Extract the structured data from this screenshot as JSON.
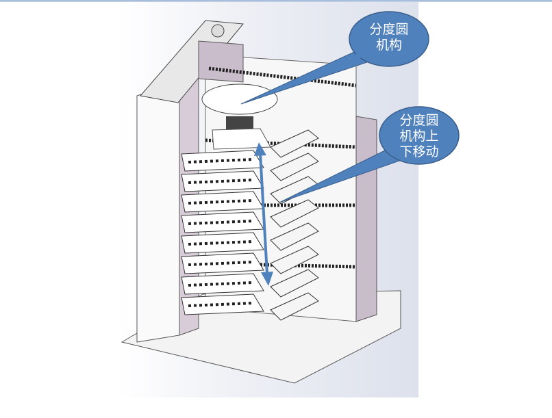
{
  "callouts": [
    {
      "line1": "分度圆",
      "line2": "机构",
      "line3": null
    },
    {
      "line1": "分度圆",
      "line2": "机构上",
      "line3": "下移动"
    }
  ],
  "colors": {
    "callout_fill": "#4F81BD",
    "callout_border": "#385D8A",
    "arrow": "#4F81BD",
    "frame": "#c9bccb"
  },
  "shelf_count": 8
}
